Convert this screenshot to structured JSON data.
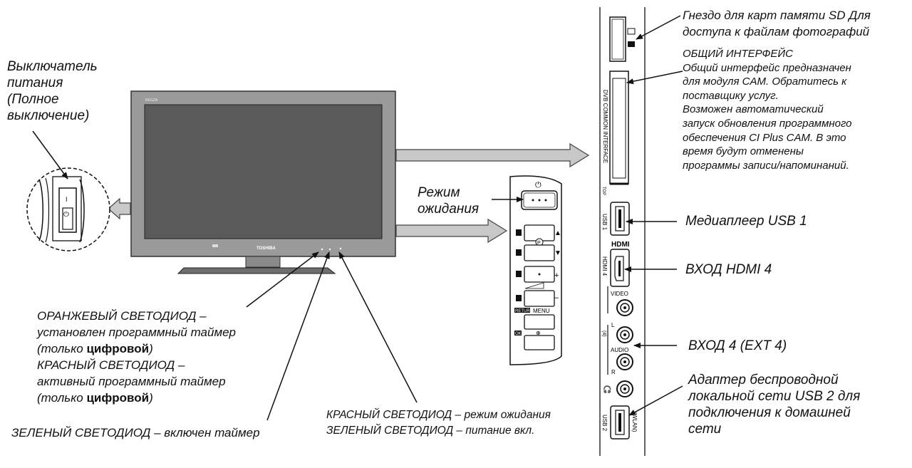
{
  "power_switch": {
    "lines": [
      "Выключатель",
      "питания",
      "(Полное",
      "выключение)"
    ]
  },
  "standby_label": {
    "lines": [
      "Режим",
      "ожидания"
    ]
  },
  "led_left": {
    "line1": "ОРАНЖЕВЫЙ СВЕТОДИОД –",
    "line2": "установлен программный таймер",
    "line3_pre": "(только ",
    "line3_bold": "цифровой",
    "line3_post": ")",
    "line4": "КРАСНЫЙ СВЕТОДИОД –",
    "line5": "активный программный таймер",
    "line6_pre": "(только ",
    "line6_bold": "цифровой",
    "line6_post": ")"
  },
  "led_green_timer": "ЗЕЛЕНЫЙ СВЕТОДИОД – включен таймер",
  "led_bottom": {
    "line1": "КРАСНЫЙ СВЕТОДИОД – режим ожидания",
    "line2": "ЗЕЛЕНЫЙ СВЕТОДИОД – питание вкл."
  },
  "sd_slot": {
    "lines": [
      "Гнездо для карт памяти SD Для",
      "доступа к файлам фотографий"
    ]
  },
  "common_interface": {
    "title": "ОБЩИЙ ИНТЕРФЕЙС",
    "lines": [
      "Общий интерфейс предназначен",
      "для модуля CAM. Обратитесь к",
      "поставщику услуг.",
      "Возможен автоматический",
      "запуск обновления программного",
      "обеспечения CI Plus CAM. В это",
      "время будут отменены",
      "программы записи/напоминаний."
    ]
  },
  "usb1_label": "Медиаплеер USB 1",
  "hdmi4_label": "ВХОД HDMI 4",
  "input4_label": "ВХОД 4 (EXT 4)",
  "usb2": {
    "lines": [
      "Адаптер беспроводной",
      "локальной сети USB 2 для",
      "подключения к домашней",
      "сети"
    ]
  },
  "tv": {
    "brand_top": "REGZA",
    "brand_bottom": "TOSHIBA"
  },
  "panel_marks": {
    "dvb_ci": "DVB COMMON INTERFACE",
    "top": "TOP",
    "usb1": "USB 1",
    "hdmi_logo": "HDMI",
    "hdmi4": "HDMI 4",
    "video": "VIDEO",
    "l": "L",
    "four": "(4)",
    "audio": "AUDIO",
    "r": "R",
    "usb2": "USB 2",
    "wlan": "(WLAN)"
  },
  "buttons": {
    "p": "P",
    "return": "RETURN",
    "menu": "MENU",
    "ok": "OK"
  }
}
